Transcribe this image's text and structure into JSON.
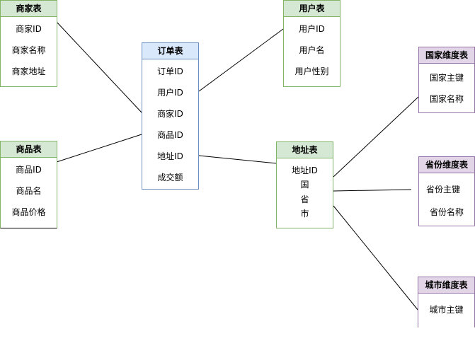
{
  "tables": {
    "merchant": {
      "title": "商家表",
      "fields": [
        "商家ID",
        "商家名称",
        "商家地址"
      ]
    },
    "user": {
      "title": "用户表",
      "fields": [
        "用户ID",
        "用户名",
        "用户性别"
      ]
    },
    "order": {
      "title": "订单表",
      "fields": [
        "订单ID",
        "用户ID",
        "商家ID",
        "商品ID",
        "地址ID",
        "成交额"
      ]
    },
    "product": {
      "title": "商品表",
      "fields": [
        "商品ID",
        "商品名",
        "商品价格"
      ]
    },
    "address": {
      "title": "地址表",
      "fields": [
        "地址ID",
        "国",
        "省",
        "市"
      ]
    },
    "country": {
      "title": "国家维度表",
      "fields": [
        "国家主键",
        "国家名称"
      ]
    },
    "province": {
      "title": "省份维度表",
      "fields": [
        "省份主键",
        "省份名称"
      ]
    },
    "city": {
      "title": "城市维度表",
      "fields": [
        "城市主键"
      ]
    }
  },
  "colors": {
    "fact_header": "#dae8fc",
    "fact_border": "#6c8ebf",
    "table_header": "#d5e8d4",
    "table_border": "#82b366",
    "dimension_header": "#e1d5e7",
    "dimension_border": "#9673a6",
    "edge": "#000000"
  }
}
